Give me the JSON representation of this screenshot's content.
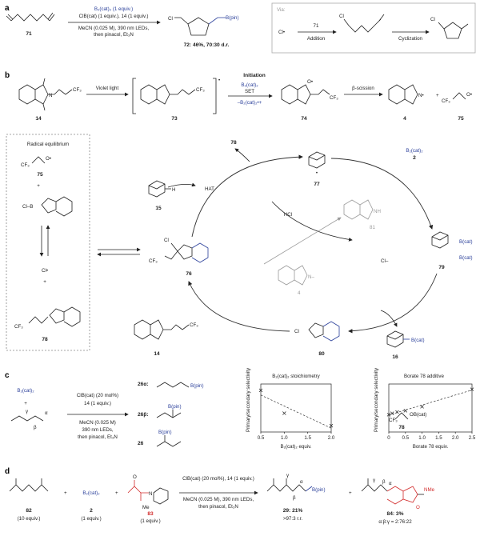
{
  "panels": {
    "a": "a",
    "b": "b",
    "c": "c",
    "d": "d"
  },
  "a": {
    "reactant": "71",
    "cond1": "B₂(cat)₂ (1 equiv.)",
    "cond2": "ClB(cat) (1 equiv.), 14 (1 equiv.)",
    "cond3": "MeCN (0.025 M), 390 nm LEDs,",
    "cond4": "then pinacol, Et₃N",
    "prod_cl": "Cl",
    "prod_b": "B(pin)",
    "prod_label": "72: 46%, 70:30 d.r.",
    "via": "Via:",
    "via_cl": "Cl•",
    "via_71": "71",
    "addition": "Addition",
    "cyclization": "Cyclization",
    "cl1": "Cl",
    "cl2": "Cl"
  },
  "b": {
    "violet": "Violet light",
    "initiation": "Initiation",
    "b2cat2": "B₂(cat)₂",
    "set": "SET",
    "minus": "–B₂(cat)₂•+",
    "beta": "β-scission",
    "plus": "+",
    "c14": "14",
    "c73": "73",
    "c74": "74",
    "c4": "4",
    "c75": "75",
    "cf3": "CF₃",
    "o": "O",
    "n": "N",
    "nminus": "N•",
    "ominus": "O•",
    "radical_eq": "Radical equilibrium",
    "eq_plus": "+",
    "cl_dot": "Cl•",
    "eq75": "75",
    "eq78": "78",
    "clb": "Cl–B",
    "hat": "HAT",
    "c78": "78",
    "c15": "15",
    "c77": "77",
    "cat_b2": "B₂(cat)₂",
    "cat_2": "2",
    "hcl": "HCl",
    "nh": "NH",
    "c81": "81",
    "cl_anion": "Cl–",
    "c79": "79",
    "bcat1": "B(cat)",
    "bcat2": "B(cat)",
    "c76": "76",
    "n4": "N–",
    "c4b": "4",
    "c14b": "14",
    "c80": "80",
    "c16": "16",
    "bcat16": "B(cat)",
    "cl76": "Cl",
    "cl80": "Cl"
  },
  "c": {
    "b2": "B₂(cat)₂",
    "plus": "+",
    "gamma": "γ",
    "alpha": "α",
    "beta": "β",
    "cond1": "ClB(cat) (20 mol%)",
    "cond2": "14 (1 equiv.)",
    "cond3": "MeCN (0.025 M)",
    "cond4": "390 nm LEDs,",
    "cond5": "then pinacol, Et₃N",
    "p26a": "26α:",
    "p26b": "26β:",
    "p26": "26",
    "bpin1": "B(pin)",
    "bpin2": "B(pin)",
    "bpin3": "B(pin)",
    "cf3": "CF₃",
    "obcat": "OB(cat)",
    "c78": "78"
  },
  "d": {
    "c82": "82",
    "c82sub": "(10 equiv.)",
    "plus1": "+",
    "plus2": "+",
    "b2": "B₂(cat)₂",
    "c2": "2",
    "c2sub": "(1 equiv.)",
    "c83": "83",
    "c83sub": "(1 equiv.)",
    "nh": "N",
    "me": "Me",
    "cond1": "ClB(cat) (20 mol%), 14 (1 equiv.)",
    "cond2": "MeCN (0.025 M), 390 nm LEDs,",
    "cond3": "then pinacol, Et₃N",
    "bpin": "B(pin)",
    "gamma": "γ",
    "beta": "β",
    "alpha": "α",
    "p29": "29: 21%",
    "p29sub": ">97:3 r.r.",
    "plus3": "+",
    "p84": "84: 3%",
    "p84sub": "α:β:γ = 2:76:22",
    "nme": "NMe",
    "o": "O"
  },
  "chart_data": [
    {
      "type": "scatter",
      "title": "B₂(cat)₂ stoichiometry",
      "xlabel": "B₂(cat)₂ equiv.",
      "ylabel": "Primary/secondary selectivity",
      "xticks": [
        "0.5",
        "1.0",
        "1.5",
        "2.0"
      ],
      "xlim": [
        0.5,
        2.0
      ],
      "ylim": [
        0.3,
        2.6
      ],
      "series": [
        {
          "x": [
            0.5,
            1.0,
            2.0
          ],
          "y": [
            2.3,
            1.2,
            0.6
          ]
        }
      ],
      "trendline": "dashed",
      "marker": "x",
      "grid": false
    },
    {
      "type": "scatter",
      "title": "Borate 78 additive",
      "xlabel": "Borate 78 equiv.",
      "ylabel": "Primary/secondary selectivity",
      "xticks": [
        "0",
        "0.5",
        "1.0",
        "1.5",
        "2.0",
        "2.5"
      ],
      "xlim": [
        0,
        2.5
      ],
      "ylim": [
        0.5,
        2.3
      ],
      "series": [
        {
          "x": [
            0,
            0.1,
            0.25,
            0.5,
            1.0,
            2.5
          ],
          "y": [
            1.15,
            1.2,
            1.25,
            1.3,
            1.45,
            2.1
          ]
        }
      ],
      "trendline": "dashed",
      "marker": "x",
      "grid": false
    }
  ]
}
